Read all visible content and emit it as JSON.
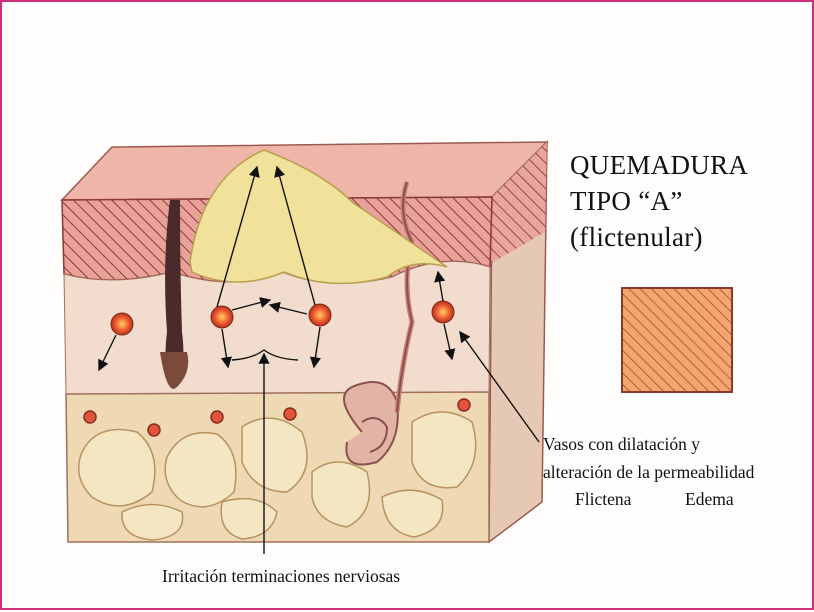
{
  "title": {
    "line1": "QUEMADURA",
    "line2": "TIPO “A”",
    "line3": "(flictenular)"
  },
  "labels": {
    "vessels_line1": "Vasos con dilatación y",
    "vessels_line2": "alteración de la permeabilidad",
    "flictena": "Flictena",
    "edema": "Edema",
    "nerve_irritation": "Irritación terminaciones nerviosas"
  },
  "colors": {
    "epidermis": "#e9a29a",
    "blister": "#f0e29a",
    "dermis": "#f1dccd",
    "hypodermis": "#efd9b5",
    "vessel": "#e0543a",
    "frame": "#d0307a"
  }
}
